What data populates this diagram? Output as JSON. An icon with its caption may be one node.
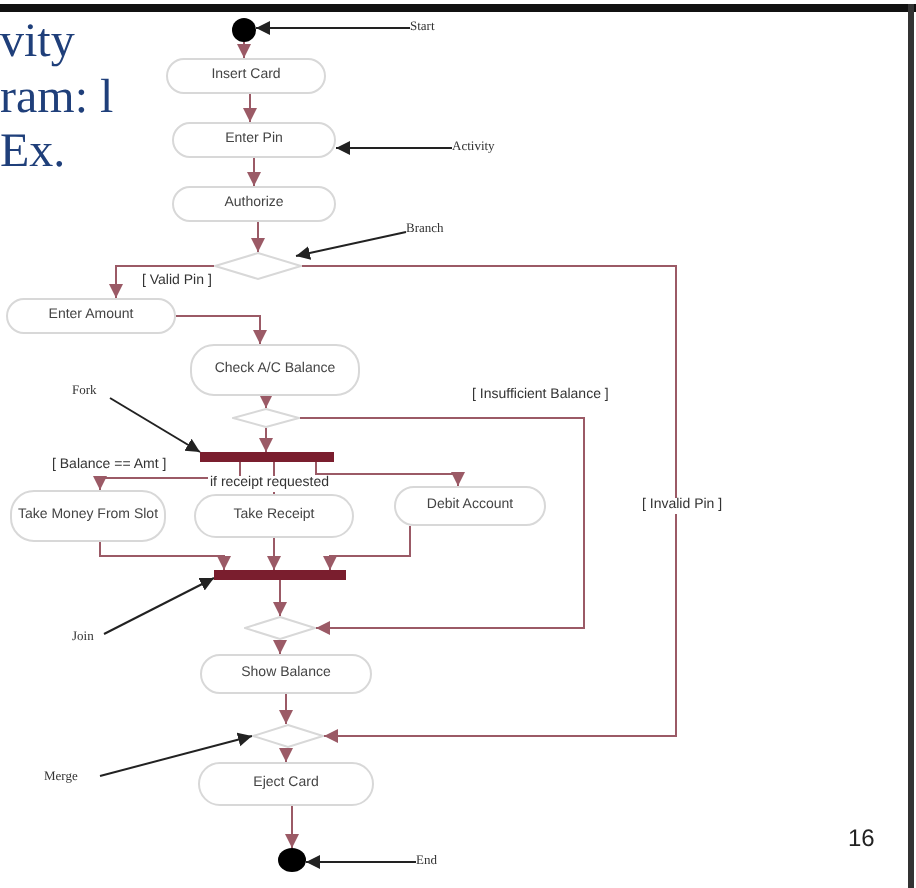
{
  "diagram": {
    "title": "vity ram: l Ex.",
    "nodes": [
      {
        "text": [],
        "shape": "circle"
      },
      {
        "text": [
          "Insert Card"
        ]
      },
      {
        "text": [
          "Enter Pin"
        ]
      },
      {
        "text": [
          "Authorize"
        ]
      },
      {
        "text": [],
        "shape": "diamond"
      },
      {
        "text": [
          "Enter Amount"
        ]
      },
      {
        "text": [
          "Check A/C Balance"
        ]
      },
      {
        "text": [],
        "shape": "diamond"
      },
      {
        "text": [],
        "shape": "bar"
      },
      {
        "text": [
          "Take Money From Slot"
        ]
      },
      {
        "text": [
          "Take Receipt"
        ]
      },
      {
        "text": [
          "Debit Account"
        ]
      },
      {
        "text": [],
        "shape": "bar"
      },
      {
        "text": [],
        "shape": "diamond"
      },
      {
        "text": [
          "Show Balance"
        ]
      },
      {
        "text": [],
        "shape": "diamond"
      },
      {
        "text": [
          "Eject Card"
        ]
      },
      {
        "text": [],
        "shape": "circle"
      },
      {
        "text": [
          "Start"
        ]
      },
      {
        "text": [
          "Activity"
        ]
      },
      {
        "text": [
          "Branch"
        ]
      },
      {
        "text": [
          "Fork"
        ]
      },
      {
        "text": [
          "Join"
        ]
      },
      {
        "text": [
          "Merge"
        ]
      },
      {
        "text": [
          "End"
        ]
      }
    ],
    "edges": [
      {
        "from": 0,
        "to": 1,
        "arrow": "to"
      },
      {
        "from": 1,
        "to": 2,
        "arrow": "to"
      },
      {
        "from": 2,
        "to": 3,
        "arrow": "to"
      },
      {
        "from": 3,
        "to": 4,
        "arrow": "to"
      },
      {
        "from": 4,
        "to": 5,
        "arrow": "to",
        "label": "[ Valid Pin ]"
      },
      {
        "from": 5,
        "to": 6,
        "arrow": "to"
      },
      {
        "from": 6,
        "to": 7,
        "arrow": "to"
      },
      {
        "from": 7,
        "to": 8,
        "arrow": "to"
      },
      {
        "from": 8,
        "to": 9,
        "arrow": "to",
        "label": "[ Balance == Amt ]"
      },
      {
        "from": 8,
        "to": 10,
        "arrow": "to",
        "label": "if receipt requested"
      },
      {
        "from": 8,
        "to": 11,
        "arrow": "to"
      },
      {
        "from": 9,
        "to": 12,
        "arrow": "to"
      },
      {
        "from": 10,
        "to": 12,
        "arrow": "to"
      },
      {
        "from": 11,
        "to": 12,
        "arrow": "to"
      },
      {
        "from": 12,
        "to": 13,
        "arrow": "to"
      },
      {
        "from": 7,
        "to": 13,
        "arrow": "to",
        "label": "[ Insufficient Balance ]"
      },
      {
        "from": 13,
        "to": 14,
        "arrow": "to"
      },
      {
        "from": 14,
        "to": 15,
        "arrow": "to"
      },
      {
        "from": 4,
        "to": 15,
        "arrow": "to",
        "label": "[ Invalid Pin ]"
      },
      {
        "from": 15,
        "to": 16,
        "arrow": "to"
      },
      {
        "from": 16,
        "to": 17,
        "arrow": "to"
      },
      {
        "from": 18,
        "to": 0,
        "arrow": "to",
        "color": "#222222"
      },
      {
        "from": 19,
        "to": 2,
        "arrow": "to",
        "color": "#222222"
      },
      {
        "from": 20,
        "to": 4,
        "arrow": "to",
        "color": "#222222"
      },
      {
        "from": 21,
        "to": 8,
        "arrow": "to",
        "color": "#222222"
      },
      {
        "from": 22,
        "to": 12,
        "arrow": "to",
        "color": "#222222"
      },
      {
        "from": 23,
        "to": 15,
        "arrow": "to",
        "color": "#222222"
      },
      {
        "from": 24,
        "to": 17,
        "arrow": "to",
        "color": "#222222"
      }
    ],
    "labels": [
      "16"
    ]
  }
}
